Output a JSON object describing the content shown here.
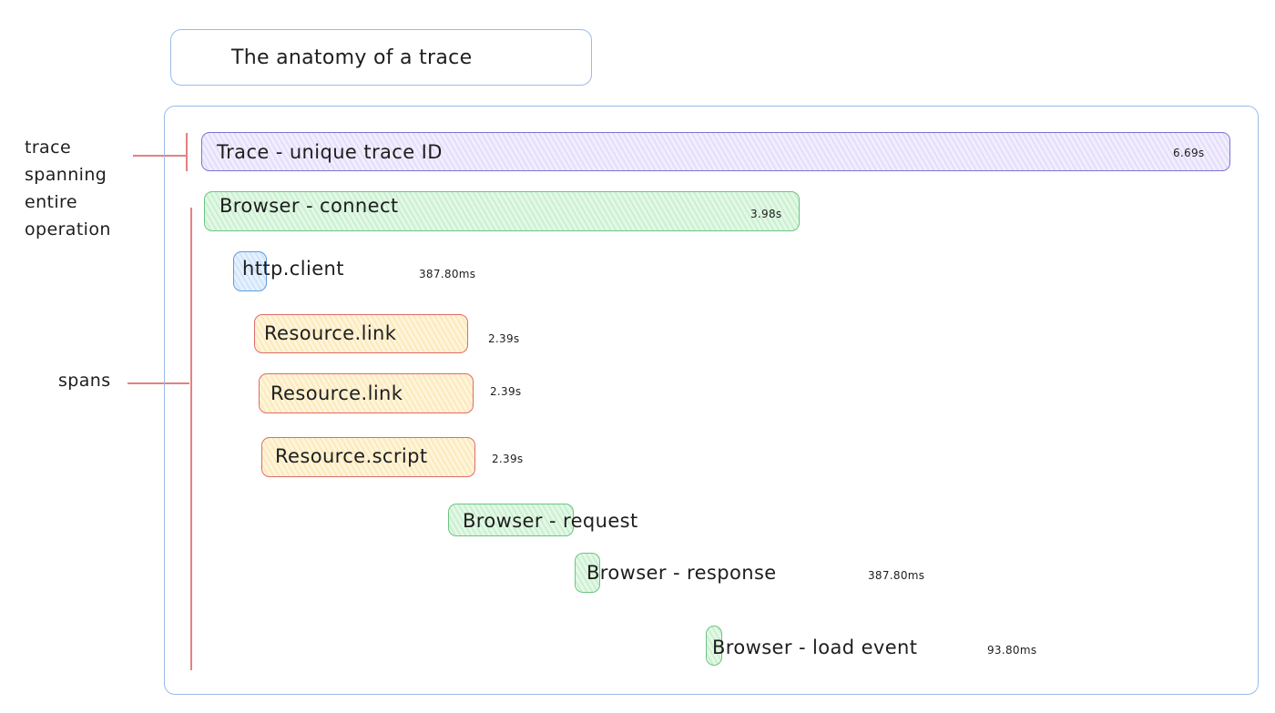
{
  "title": "The anatomy of a trace",
  "annotations": {
    "trace": "trace\nspanning\nentire\noperation",
    "spans": "spans"
  },
  "trace": {
    "label": "Trace - unique trace ID",
    "duration": "6.69s"
  },
  "spans": [
    {
      "label": "Browser - connect",
      "duration": "3.98s"
    },
    {
      "label": "http.client",
      "duration": "387.80ms"
    },
    {
      "label": "Resource.link",
      "duration": "2.39s"
    },
    {
      "label": "Resource.link",
      "duration": "2.39s"
    },
    {
      "label": "Resource.script",
      "duration": "2.39s"
    },
    {
      "label": "Browser - request",
      "duration": ""
    },
    {
      "label": "Browser - response",
      "duration": "387.80ms"
    },
    {
      "label": "Browser - load event",
      "duration": "93.80ms"
    }
  ],
  "colors": {
    "trace_bar": "#e4ddfb",
    "browser_bar": "#c9f0cf",
    "http_bar": "#cfe4fb",
    "resource_bar": "#fde9b9",
    "frame_border": "#9bbbe6",
    "annotation_line": "#e58080"
  }
}
